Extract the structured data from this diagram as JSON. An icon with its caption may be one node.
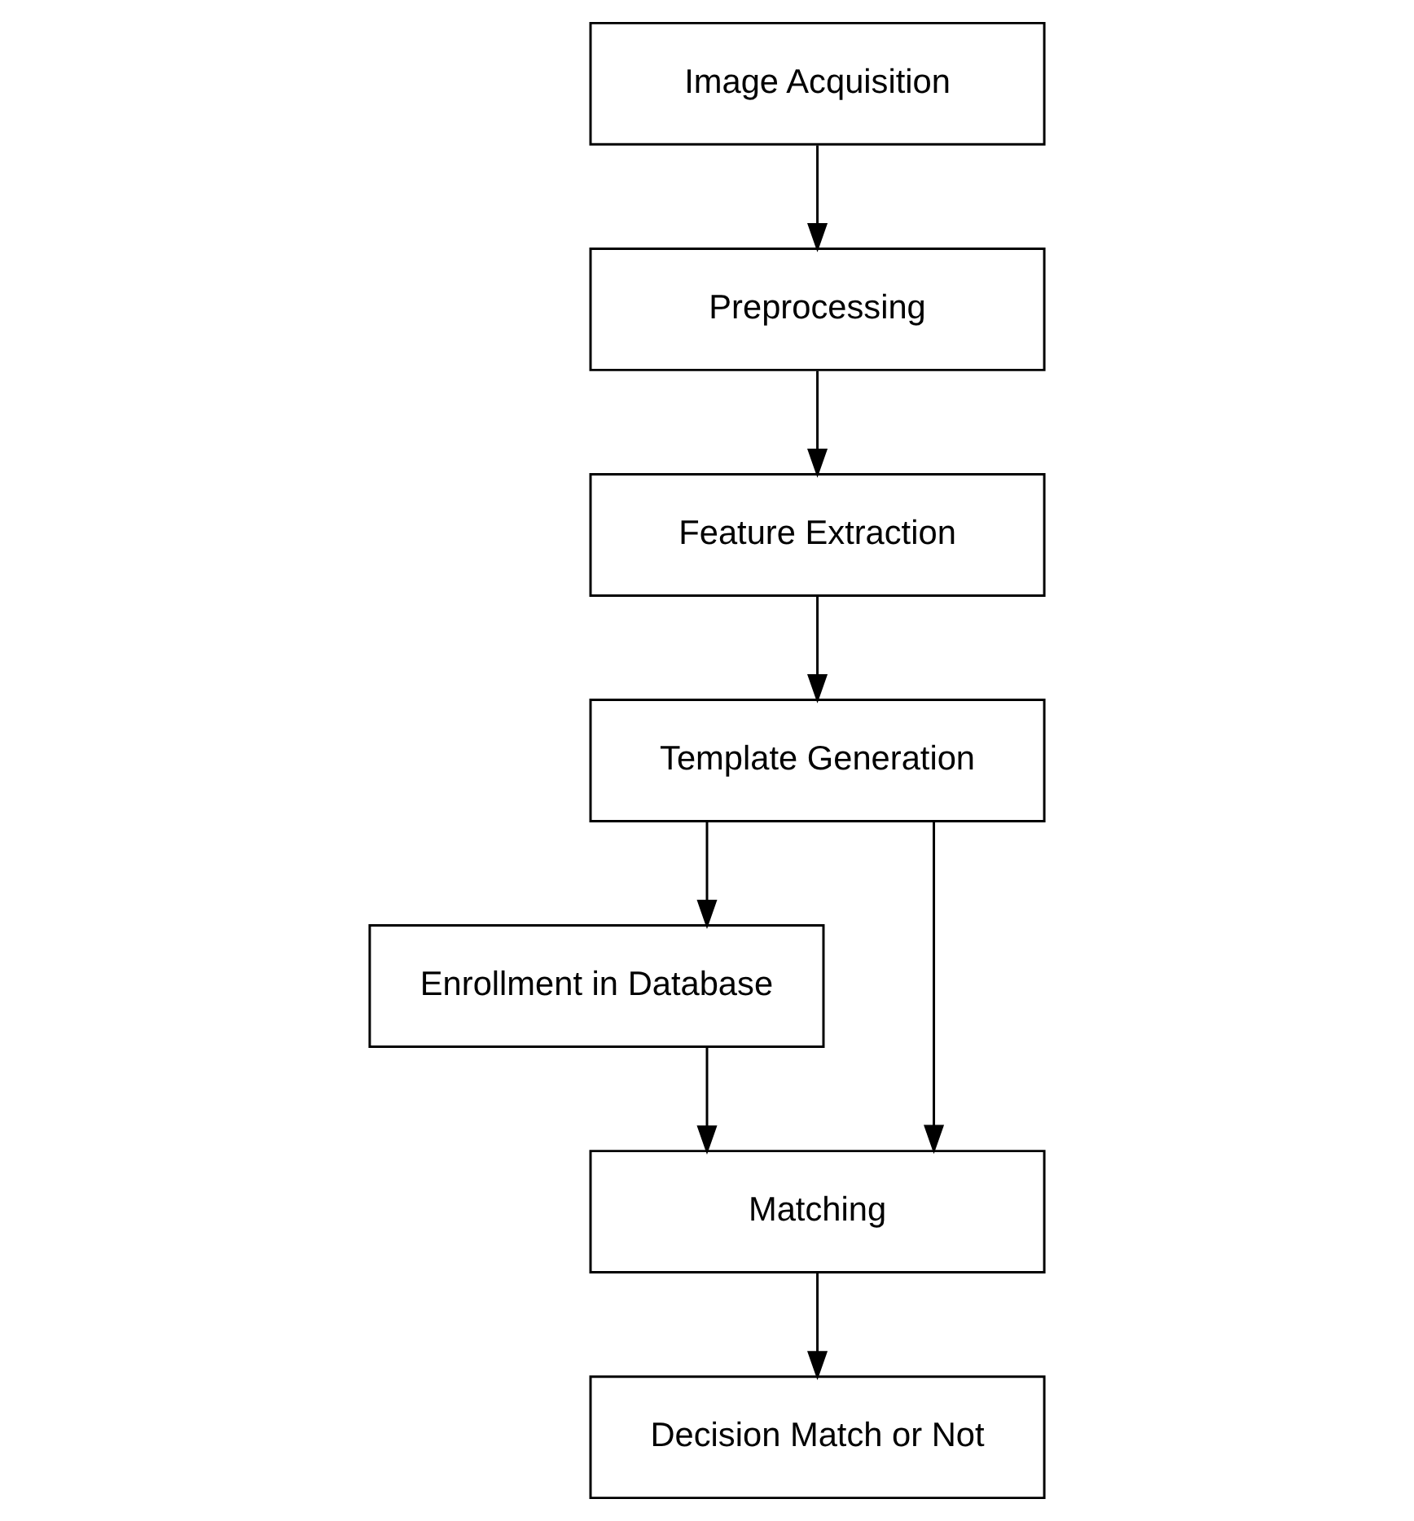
{
  "diagram": {
    "nodes": [
      {
        "text": [
          "Image Acquisition"
        ]
      },
      {
        "text": [
          "Preprocessing"
        ]
      },
      {
        "text": [
          "Feature Extraction"
        ]
      },
      {
        "text": [
          "Template Generation"
        ]
      },
      {
        "text": [
          "Enrollment in Database"
        ]
      },
      {
        "text": [
          "Matching"
        ]
      },
      {
        "text": [
          "Decision Match or Not"
        ]
      }
    ],
    "edges": [
      {
        "from": 0,
        "to": 1,
        "arrow": "to"
      },
      {
        "from": 1,
        "to": 2,
        "arrow": "to"
      },
      {
        "from": 2,
        "to": 3,
        "arrow": "to"
      },
      {
        "from": 3,
        "to": 4,
        "arrow": "to"
      },
      {
        "from": 3,
        "to": 5,
        "arrow": "to"
      },
      {
        "from": 4,
        "to": 5,
        "arrow": "to"
      },
      {
        "from": 5,
        "to": 6,
        "arrow": "to"
      }
    ]
  }
}
